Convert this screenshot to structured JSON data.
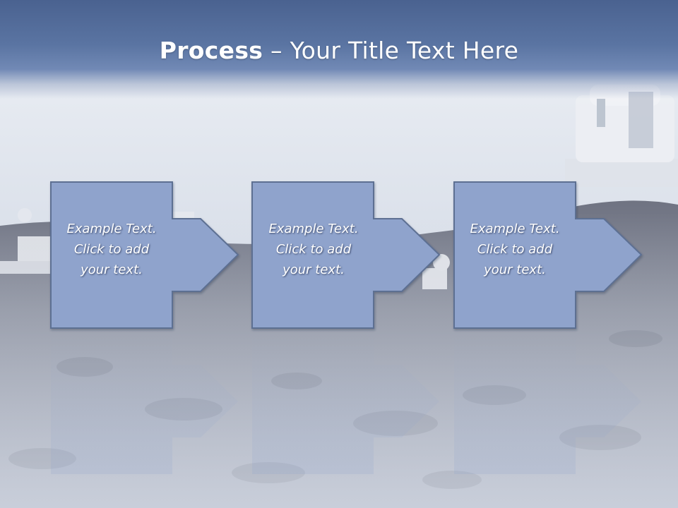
{
  "slide": {
    "title_bold": "Process",
    "title_rest": " – Your Title Text Here"
  },
  "steps": [
    {
      "line1": "Example Text.",
      "line2": "Click  to add",
      "line3": "your text."
    },
    {
      "line1": "Example Text.",
      "line2": "Click  to add",
      "line3": "your text."
    },
    {
      "line1": "Example Text.",
      "line2": "Click  to add",
      "line3": "your text."
    }
  ],
  "colors": {
    "title_band": "#5a74a2",
    "step_fill": "#8fa3cc",
    "step_border": "#5d6f92",
    "text": "#ffffff"
  },
  "icons": [
    "arrow-right-icon"
  ]
}
